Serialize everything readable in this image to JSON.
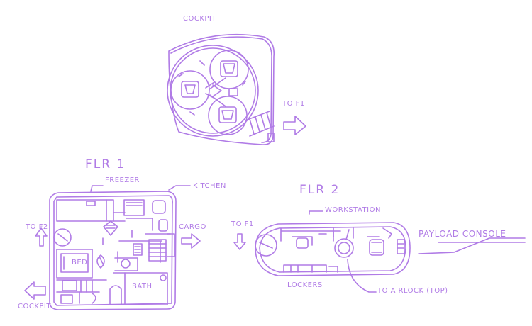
{
  "colors": {
    "ink": "#b07be6"
  },
  "sections": {
    "cockpit": {
      "title": "COCKPIT",
      "exit_label": "TO F1"
    },
    "floor1": {
      "title": "FLR 1",
      "rooms": {
        "freezer": "FREEZER",
        "kitchen": "KITCHEN",
        "bed": "BED",
        "bath": "BATH"
      },
      "exits": {
        "up": "TO F2",
        "right": "CARGO",
        "left": "COCKPIT"
      }
    },
    "floor2": {
      "title": "FLR 2",
      "rooms": {
        "workstation": "WORKSTATION",
        "lockers": "LOCKERS",
        "payload": "PAYLOAD CONSOLE"
      },
      "exits": {
        "down": "TO F1",
        "airlock": "TO AIRLOCK (TOP)"
      }
    }
  }
}
